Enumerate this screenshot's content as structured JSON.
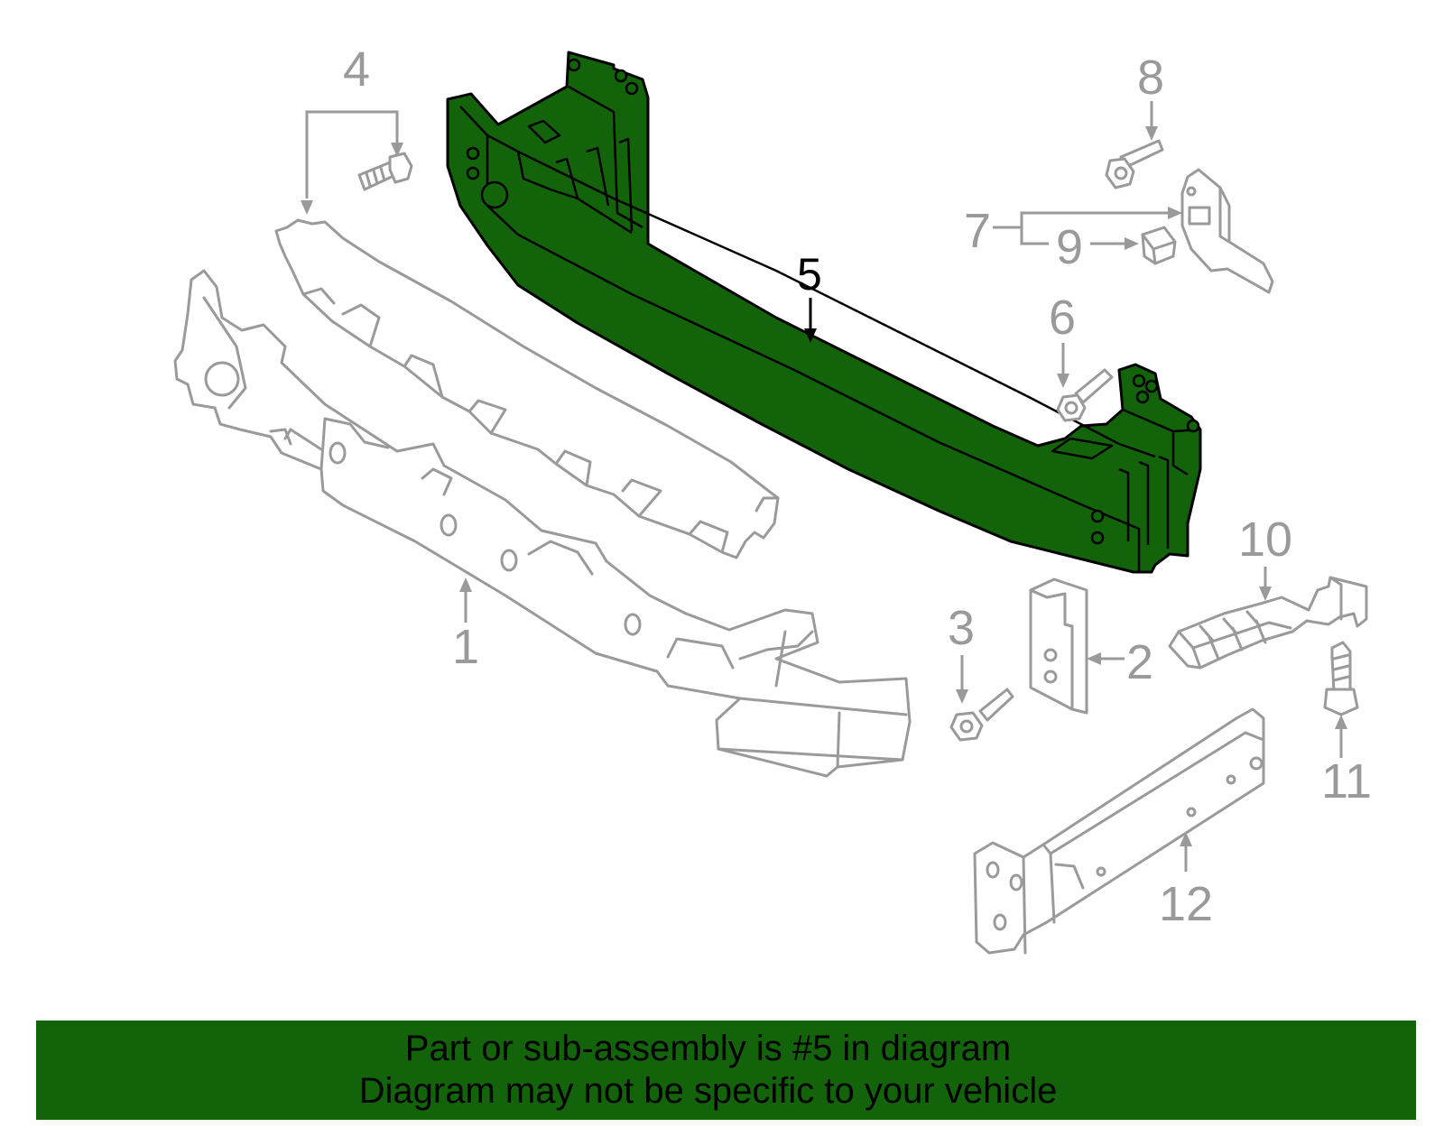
{
  "callouts": {
    "c1": "1",
    "c2": "2",
    "c3": "3",
    "c4": "4",
    "c5": "5",
    "c6": "6",
    "c7": "7",
    "c8": "8",
    "c9": "9",
    "c10": "10",
    "c11": "11",
    "c12": "12"
  },
  "highlight_color": "#13630a",
  "part_line_color": "#9a9a9a",
  "footer": {
    "line1": "Part or sub-assembly is #5 in diagram",
    "line2": "Diagram may not be specific to your vehicle"
  }
}
